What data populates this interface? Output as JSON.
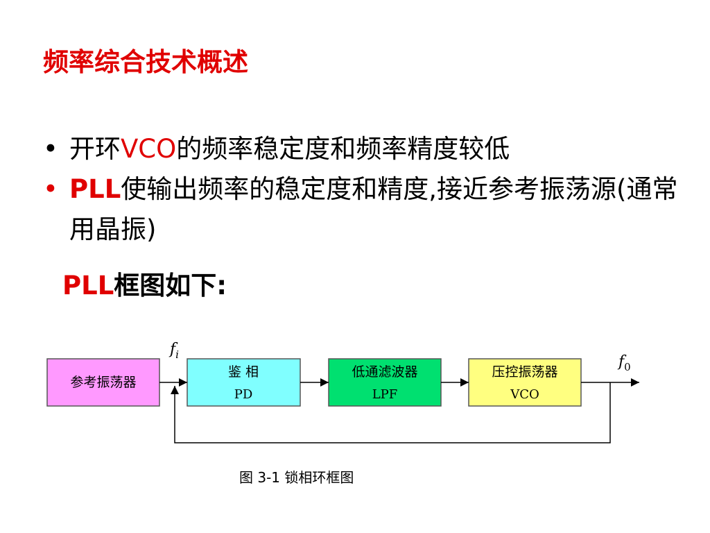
{
  "title": "频率综合技术概述",
  "bullets": [
    {
      "prefix": "开环",
      "highlight": "VCO",
      "text": "的频率稳定度和频率精度较低"
    },
    {
      "highlight": "PLL",
      "text": "使输出频率的稳定度和精度,接近参考振荡源(通常用晶振)"
    }
  ],
  "subhead": {
    "highlight": "PLL",
    "text": "框图如下:"
  },
  "diagram": {
    "blocks": [
      {
        "label": "参考振荡器",
        "sub": "",
        "color": "#ff99ff"
      },
      {
        "label": "鉴 相",
        "sub": "PD",
        "color": "#80ffff"
      },
      {
        "label": "低通滤波器",
        "sub": "LPF",
        "color": "#00e070"
      },
      {
        "label": "压控振荡器",
        "sub": "VCO",
        "color": "#ffff80"
      }
    ],
    "input_signal": {
      "main": "f",
      "sub": "i"
    },
    "output_signal": {
      "main": "f",
      "sub": "0"
    }
  },
  "caption": "图 3-1 锁相环框图"
}
